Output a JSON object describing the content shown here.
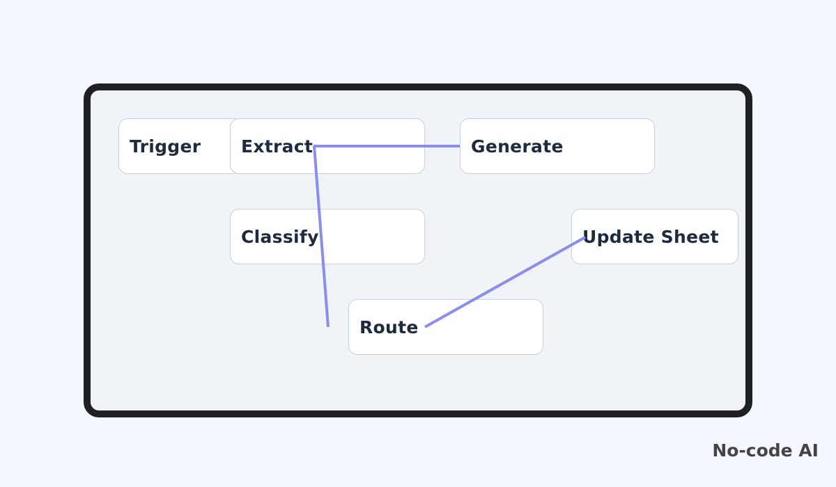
{
  "diagram": {
    "nodes": [
      {
        "id": "trigger",
        "label": "Trigger"
      },
      {
        "id": "extract",
        "label": "Extract"
      },
      {
        "id": "generate",
        "label": "Generate"
      },
      {
        "id": "classify",
        "label": "Classify"
      },
      {
        "id": "update-sheet",
        "label": "Update Sheet"
      },
      {
        "id": "route",
        "label": "Route"
      }
    ],
    "edges": [
      {
        "from": "extract",
        "to": "generate"
      },
      {
        "from": "extract",
        "to": "route"
      },
      {
        "from": "route",
        "to": "update-sheet"
      }
    ],
    "edge_color": "#8b8cf0"
  },
  "brand": {
    "label": "No-code AI"
  }
}
